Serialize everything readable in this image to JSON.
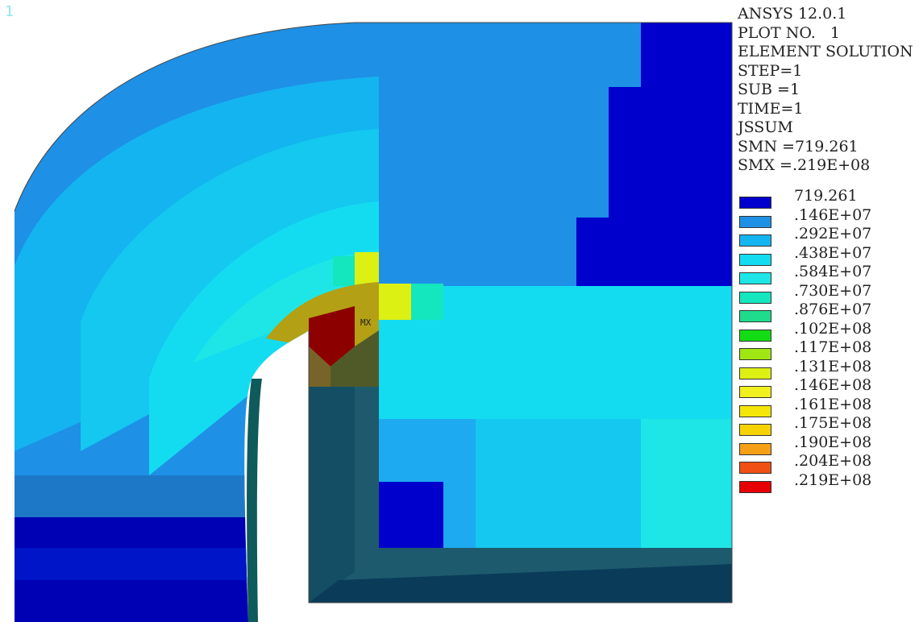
{
  "window_number": "1",
  "info_lines": [
    "ANSYS 12.0.1",
    "PLOT NO.   1",
    "ELEMENT SOLUTION",
    "STEP=1",
    "SUB =1",
    "TIME=1",
    "JSSUM",
    "SMN =719.261",
    "SMX =.219E+08"
  ],
  "legend": [
    {
      "label": "719.261",
      "color": "#0000cd"
    },
    {
      "label": ".146E+07",
      "color": "#1e90e6"
    },
    {
      "label": ".292E+07",
      "color": "#14b4f0"
    },
    {
      "label": ".438E+07",
      "color": "#14dcf0"
    },
    {
      "label": ".584E+07",
      "color": "#1ee6e6"
    },
    {
      "label": ".730E+07",
      "color": "#14e6be"
    },
    {
      "label": ".876E+07",
      "color": "#1edc8c"
    },
    {
      "label": ".102E+08",
      "color": "#14dc14"
    },
    {
      "label": ".117E+08",
      "color": "#a0e614"
    },
    {
      "label": ".131E+08",
      "color": "#dcf014"
    },
    {
      "label": ".146E+08",
      "color": "#f0f01e"
    },
    {
      "label": ".161E+08",
      "color": "#f5e60a"
    },
    {
      "label": ".175E+08",
      "color": "#f5d200"
    },
    {
      "label": ".190E+08",
      "color": "#f5a014"
    },
    {
      "label": ".204E+08",
      "color": "#f05014"
    },
    {
      "label": ".219E+08",
      "color": "#e60000"
    }
  ],
  "max_marker": "MX"
}
